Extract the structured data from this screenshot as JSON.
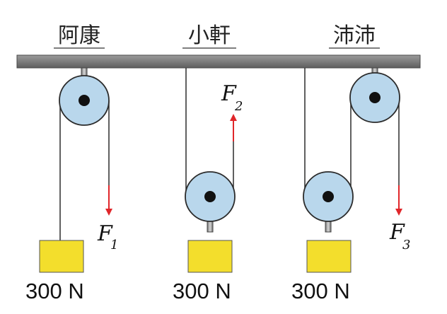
{
  "labels": {
    "person_a": "阿康",
    "person_b": "小軒",
    "person_c": "沛沛"
  },
  "forces": {
    "f1": {
      "letter": "F",
      "sub": "1"
    },
    "f2": {
      "letter": "F",
      "sub": "2"
    },
    "f3": {
      "letter": "F",
      "sub": "3"
    }
  },
  "weights": {
    "a": "300 N",
    "b": "300 N",
    "c": "300 N"
  },
  "colors": {
    "pulley_fill": "#b9d7ec",
    "pulley_stroke": "#2b2b2b",
    "beam": "#808080",
    "weight_block": "#f3de2c",
    "arrow": "#e0262a",
    "rope": "#2b2b2b"
  }
}
